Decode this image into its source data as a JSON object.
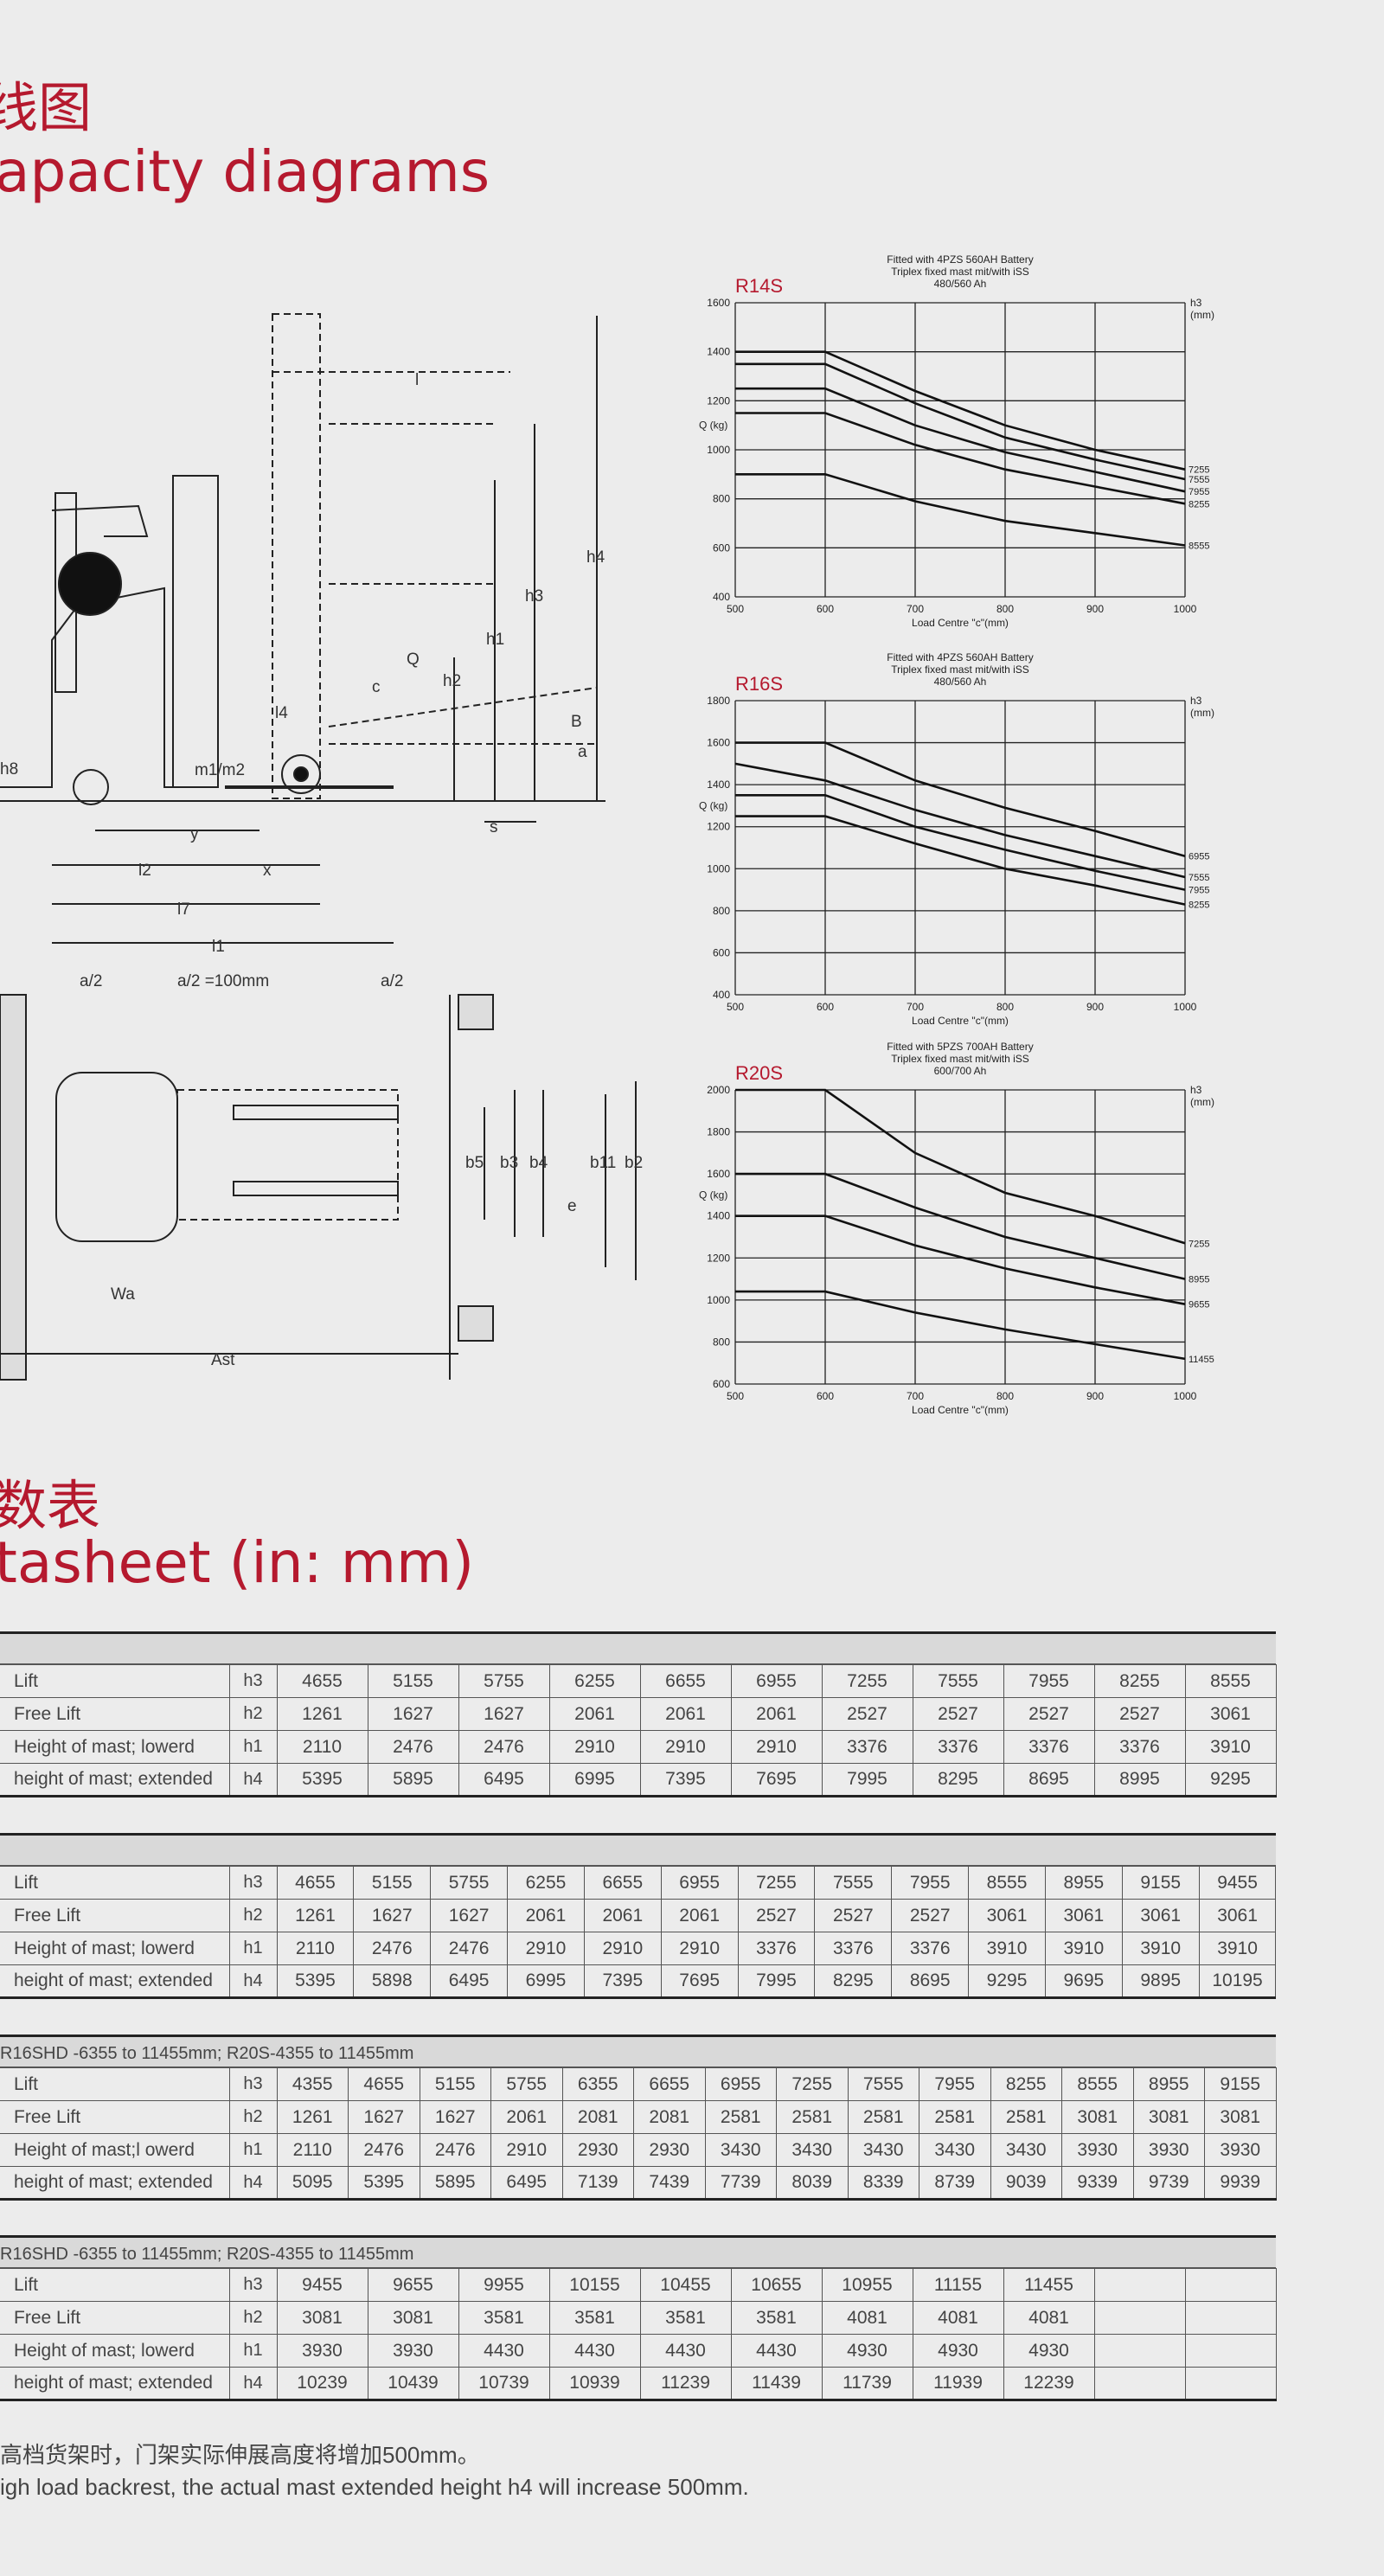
{
  "diagrams_section": {
    "title_cn": "线图",
    "title_en": "apacity diagrams"
  },
  "drawing": {
    "labels": [
      "a/2",
      "a/2 =100mm",
      "a/2",
      "Ast",
      "Wa",
      "l",
      "l2",
      "l7",
      "l1",
      "x",
      "y",
      "c",
      "Q",
      "l4",
      "m1/m2",
      "h4",
      "h3",
      "h1",
      "h2",
      "h8",
      "s",
      "a",
      "B",
      "b5",
      "b3",
      "b4",
      "b11",
      "b2",
      "e"
    ]
  },
  "chart_data": [
    {
      "type": "line",
      "title": "R14S",
      "subtitle": [
        "Fitted with 4PZS 560AH Battery",
        "Triplex fixed mast mit/with iSS",
        "480/560 Ah"
      ],
      "xlabel": "Load Centre \"c\"(mm)",
      "ylabel": "Q (kg)",
      "right_axis_label": [
        "h3",
        "(mm)"
      ],
      "x": [
        500,
        600,
        700,
        800,
        900,
        1000
      ],
      "xlim": [
        500,
        1000
      ],
      "ylim": [
        400,
        1600
      ],
      "yticks": [
        400,
        600,
        800,
        1000,
        1200,
        1400,
        1600
      ],
      "series": [
        {
          "name": "7255",
          "points": [
            [
              500,
              1400
            ],
            [
              600,
              1400
            ],
            [
              700,
              1240
            ],
            [
              800,
              1100
            ],
            [
              900,
              1000
            ],
            [
              1000,
              920
            ]
          ]
        },
        {
          "name": "7555",
          "points": [
            [
              500,
              1350
            ],
            [
              600,
              1350
            ],
            [
              700,
              1190
            ],
            [
              800,
              1050
            ],
            [
              900,
              960
            ],
            [
              1000,
              880
            ]
          ]
        },
        {
          "name": "7955",
          "points": [
            [
              500,
              1250
            ],
            [
              600,
              1250
            ],
            [
              700,
              1100
            ],
            [
              800,
              990
            ],
            [
              900,
              910
            ],
            [
              1000,
              830
            ]
          ]
        },
        {
          "name": "8255",
          "points": [
            [
              500,
              1150
            ],
            [
              600,
              1150
            ],
            [
              700,
              1020
            ],
            [
              800,
              920
            ],
            [
              900,
              850
            ],
            [
              1000,
              780
            ]
          ]
        },
        {
          "name": "8555",
          "points": [
            [
              500,
              900
            ],
            [
              600,
              900
            ],
            [
              700,
              790
            ],
            [
              800,
              710
            ],
            [
              900,
              660
            ],
            [
              1000,
              610
            ]
          ]
        }
      ],
      "grid": true
    },
    {
      "type": "line",
      "title": "R16S",
      "subtitle": [
        "Fitted with 4PZS 560AH Battery",
        "Triplex fixed mast mit/with iSS",
        "480/560 Ah"
      ],
      "xlabel": "Load Centre \"c\"(mm)",
      "ylabel": "Q (kg)",
      "right_axis_label": [
        "h3",
        "(mm)"
      ],
      "x": [
        500,
        600,
        700,
        800,
        900,
        1000
      ],
      "xlim": [
        500,
        1000
      ],
      "ylim": [
        400,
        1800
      ],
      "yticks": [
        400,
        600,
        800,
        1000,
        1200,
        1400,
        1600,
        1800
      ],
      "series": [
        {
          "name": "6955",
          "points": [
            [
              500,
              1600
            ],
            [
              600,
              1600
            ],
            [
              700,
              1420
            ],
            [
              800,
              1290
            ],
            [
              900,
              1180
            ],
            [
              1000,
              1060
            ]
          ]
        },
        {
          "name": "7555",
          "points": [
            [
              500,
              1500
            ],
            [
              600,
              1420
            ],
            [
              700,
              1280
            ],
            [
              800,
              1160
            ],
            [
              900,
              1060
            ],
            [
              1000,
              960
            ]
          ]
        },
        {
          "name": "7955",
          "points": [
            [
              500,
              1350
            ],
            [
              600,
              1350
            ],
            [
              700,
              1200
            ],
            [
              800,
              1090
            ],
            [
              900,
              990
            ],
            [
              1000,
              900
            ]
          ]
        },
        {
          "name": "8255",
          "points": [
            [
              500,
              1250
            ],
            [
              600,
              1250
            ],
            [
              700,
              1120
            ],
            [
              800,
              1000
            ],
            [
              900,
              920
            ],
            [
              1000,
              830
            ]
          ]
        }
      ],
      "grid": true
    },
    {
      "type": "line",
      "title": "R20S",
      "subtitle": [
        "Fitted with 5PZS 700AH Battery",
        "Triplex fixed mast mit/with iSS",
        "600/700 Ah"
      ],
      "xlabel": "Load Centre \"c\"(mm)",
      "ylabel": "Q (kg)",
      "right_axis_label": [
        "h3",
        "(mm)"
      ],
      "x": [
        500,
        600,
        700,
        800,
        900,
        1000
      ],
      "xlim": [
        500,
        1000
      ],
      "ylim": [
        600,
        2000
      ],
      "yticks": [
        600,
        800,
        1000,
        1200,
        1400,
        1600,
        1800,
        2000
      ],
      "series": [
        {
          "name": "7255",
          "points": [
            [
              500,
              2000
            ],
            [
              600,
              2000
            ],
            [
              700,
              1700
            ],
            [
              800,
              1510
            ],
            [
              900,
              1400
            ],
            [
              1000,
              1270
            ]
          ]
        },
        {
          "name": "8955",
          "points": [
            [
              500,
              1600
            ],
            [
              600,
              1600
            ],
            [
              700,
              1440
            ],
            [
              800,
              1300
            ],
            [
              900,
              1200
            ],
            [
              1000,
              1100
            ]
          ]
        },
        {
          "name": "9655",
          "points": [
            [
              500,
              1400
            ],
            [
              600,
              1400
            ],
            [
              700,
              1260
            ],
            [
              800,
              1150
            ],
            [
              900,
              1060
            ],
            [
              1000,
              980
            ]
          ]
        },
        {
          "name": "11455",
          "points": [
            [
              500,
              1040
            ],
            [
              600,
              1040
            ],
            [
              700,
              940
            ],
            [
              800,
              860
            ],
            [
              900,
              790
            ],
            [
              1000,
              720
            ]
          ]
        }
      ],
      "grid": true
    }
  ],
  "datasheet_section": {
    "title_cn": "数表",
    "title_en": "tasheet (in: mm)"
  },
  "tables": [
    {
      "header": "",
      "rows": [
        {
          "label": "Lift",
          "sym": "h3",
          "values": [
            "4655",
            "5155",
            "5755",
            "6255",
            "6655",
            "6955",
            "7255",
            "7555",
            "7955",
            "8255",
            "8555"
          ]
        },
        {
          "label": "Free Lift",
          "sym": "h2",
          "values": [
            "1261",
            "1627",
            "1627",
            "2061",
            "2061",
            "2061",
            "2527",
            "2527",
            "2527",
            "2527",
            "3061"
          ]
        },
        {
          "label": "Height of mast; lowerd",
          "sym": "h1",
          "values": [
            "2110",
            "2476",
            "2476",
            "2910",
            "2910",
            "2910",
            "3376",
            "3376",
            "3376",
            "3376",
            "3910"
          ]
        },
        {
          "label": "height of mast; extended",
          "sym": "h4",
          "values": [
            "5395",
            "5895",
            "6495",
            "6995",
            "7395",
            "7695",
            "7995",
            "8295",
            "8695",
            "8995",
            "9295"
          ]
        }
      ]
    },
    {
      "header": "",
      "rows": [
        {
          "label": "Lift",
          "sym": "h3",
          "values": [
            "4655",
            "5155",
            "5755",
            "6255",
            "6655",
            "6955",
            "7255",
            "7555",
            "7955",
            "8555",
            "8955",
            "9155",
            "9455"
          ]
        },
        {
          "label": "Free Lift",
          "sym": "h2",
          "values": [
            "1261",
            "1627",
            "1627",
            "2061",
            "2061",
            "2061",
            "2527",
            "2527",
            "2527",
            "3061",
            "3061",
            "3061",
            "3061"
          ]
        },
        {
          "label": "Height of mast; lowerd",
          "sym": "h1",
          "values": [
            "2110",
            "2476",
            "2476",
            "2910",
            "2910",
            "2910",
            "3376",
            "3376",
            "3376",
            "3910",
            "3910",
            "3910",
            "3910"
          ]
        },
        {
          "label": "height of mast; extended",
          "sym": "h4",
          "values": [
            "5395",
            "5898",
            "6495",
            "6995",
            "7395",
            "7695",
            "7995",
            "8295",
            "8695",
            "9295",
            "9695",
            "9895",
            "10195"
          ]
        }
      ]
    },
    {
      "header": "R16SHD -6355  to 11455mm; R20S-4355 to 11455mm",
      "rows": [
        {
          "label": "Lift",
          "sym": "h3",
          "values": [
            "4355",
            "4655",
            "5155",
            "5755",
            "6355",
            "6655",
            "6955",
            "7255",
            "7555",
            "7955",
            "8255",
            "8555",
            "8955",
            "9155"
          ]
        },
        {
          "label": "Free Lift",
          "sym": "h2",
          "values": [
            "1261",
            "1627",
            "1627",
            "2061",
            "2081",
            "2081",
            "2581",
            "2581",
            "2581",
            "2581",
            "2581",
            "3081",
            "3081",
            "3081"
          ]
        },
        {
          "label": "Height of mast;l owerd",
          "sym": "h1",
          "values": [
            "2110",
            "2476",
            "2476",
            "2910",
            "2930",
            "2930",
            "3430",
            "3430",
            "3430",
            "3430",
            "3430",
            "3930",
            "3930",
            "3930"
          ]
        },
        {
          "label": "height of mast; extended",
          "sym": "h4",
          "values": [
            "5095",
            "5395",
            "5895",
            "6495",
            "7139",
            "7439",
            "7739",
            "8039",
            "8339",
            "8739",
            "9039",
            "9339",
            "9739",
            "9939"
          ]
        }
      ]
    },
    {
      "header": "R16SHD -6355  to 11455mm; R20S-4355 to 11455mm",
      "rows": [
        {
          "label": "Lift",
          "sym": "h3",
          "values": [
            "9455",
            "9655",
            "9955",
            "10155",
            "10455",
            "10655",
            "10955",
            "11155",
            "11455",
            "",
            ""
          ]
        },
        {
          "label": "Free Lift",
          "sym": "h2",
          "values": [
            "3081",
            "3081",
            "3581",
            "3581",
            "3581",
            "3581",
            "4081",
            "4081",
            "4081",
            "",
            ""
          ]
        },
        {
          "label": "Height of mast; lowerd",
          "sym": "h1",
          "values": [
            "3930",
            "3930",
            "4430",
            "4430",
            "4430",
            "4430",
            "4930",
            "4930",
            "4930",
            "",
            ""
          ]
        },
        {
          "label": "height of mast; extended",
          "sym": "h4",
          "values": [
            "10239",
            "10439",
            "10739",
            "10939",
            "11239",
            "11439",
            "11739",
            "11939",
            "12239",
            "",
            ""
          ]
        }
      ]
    }
  ],
  "notes": {
    "cn": "高档货架时，门架实际伸展高度将增加500mm。",
    "en": "igh load backrest, the actual mast extended height h4 will increase 500mm."
  }
}
